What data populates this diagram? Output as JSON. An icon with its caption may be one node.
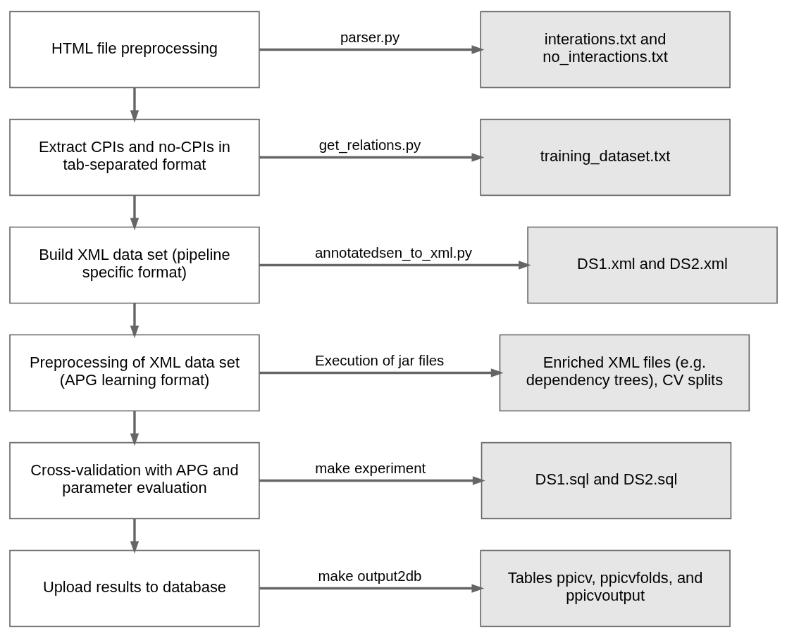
{
  "diagram": {
    "nodes": [
      {
        "text": [
          "HTML file preprocessing"
        ]
      },
      {
        "text": [
          "interations.txt and no_interactions.txt"
        ]
      },
      {
        "text": [
          "Extract CPIs and no-CPIs in tab-separated format"
        ]
      },
      {
        "text": [
          "training_dataset.txt"
        ]
      },
      {
        "text": [
          "Build XML data set (pipeline specific format)"
        ]
      },
      {
        "text": [
          "DS1.xml and DS2.xml"
        ]
      },
      {
        "text": [
          "Preprocessing of XML data set (APG learning format)"
        ]
      },
      {
        "text": [
          "Enriched XML files (e.g. dependency trees), CV splits"
        ]
      },
      {
        "text": [
          "Cross-validation with APG and parameter evaluation"
        ]
      },
      {
        "text": [
          "DS1.sql and DS2.sql"
        ]
      },
      {
        "text": [
          "Upload results to database"
        ]
      },
      {
        "text": [
          "Tables ppicv, ppicvfolds, and ppicvoutput"
        ]
      }
    ],
    "edges": [
      {
        "from": 0,
        "to": 1,
        "arrow": "to",
        "label": "parser.py"
      },
      {
        "from": 0,
        "to": 2,
        "arrow": "to"
      },
      {
        "from": 2,
        "to": 3,
        "arrow": "to",
        "label": "get_relations.py"
      },
      {
        "from": 2,
        "to": 4,
        "arrow": "to"
      },
      {
        "from": 4,
        "to": 5,
        "arrow": "to",
        "label": "annotatedsen_to_xml.py"
      },
      {
        "from": 4,
        "to": 6,
        "arrow": "to"
      },
      {
        "from": 6,
        "to": 7,
        "arrow": "to",
        "label": "Execution of jar files"
      },
      {
        "from": 6,
        "to": 8,
        "arrow": "to"
      },
      {
        "from": 8,
        "to": 9,
        "arrow": "to",
        "label": "make experiment"
      },
      {
        "from": 8,
        "to": 10,
        "arrow": "to"
      },
      {
        "from": 10,
        "to": 11,
        "arrow": "to",
        "label": "make output2db"
      }
    ]
  }
}
